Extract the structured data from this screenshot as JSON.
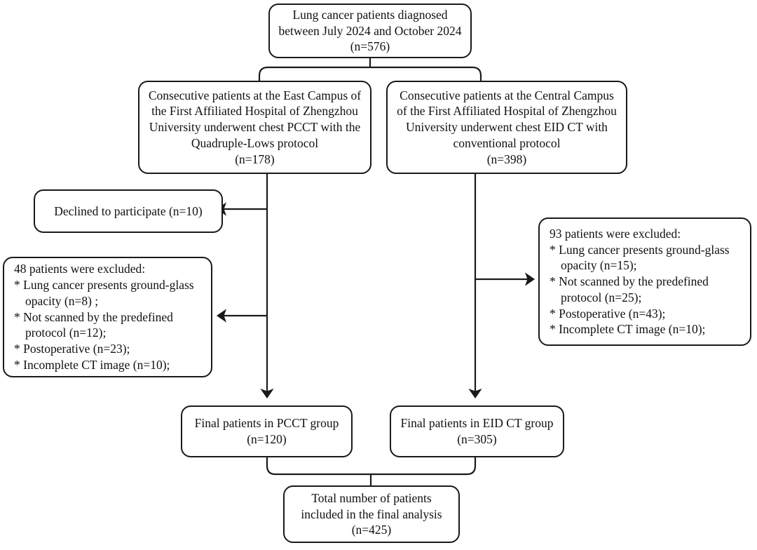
{
  "diagram": {
    "type": "flowchart",
    "title_implied": "Patient enrollment flowchart",
    "style": {
      "stroke": "#1a1a1a",
      "fill": "#ffffff",
      "text": "#111111",
      "corner_radius": 14,
      "stroke_width": 2
    }
  },
  "nodes": {
    "source": {
      "id": "source-cohort",
      "lines": [
        "Lung cancer patients diagnosed",
        "between July 2024 and October 2024",
        "(n=576)"
      ]
    },
    "left_branch": {
      "id": "east-campus-pcct",
      "lines": [
        "Consecutive patients at the East Campus of",
        "the First Affiliated Hospital of Zhengzhou",
        "University underwent chest PCCT with the",
        "Quadruple-Lows protocol",
        "(n=178)"
      ]
    },
    "right_branch": {
      "id": "central-campus-eidct",
      "lines": [
        "Consecutive patients at the Central Campus",
        "of the First Affiliated Hospital of Zhengzhou",
        "University underwent chest EID CT with",
        "conventional protocol",
        "(n=398)"
      ]
    },
    "declined": {
      "id": "declined-to-participate",
      "lines": [
        "Declined to participate (n=10)"
      ]
    },
    "left_exclusions": {
      "id": "left-exclusions",
      "lines": [
        "48 patients were excluded:",
        "* Lung cancer presents ground-glass",
        "opacity (n=8) ;",
        "* Not scanned by the predefined",
        "protocol (n=12);",
        "* Postoperative (n=23);",
        "* Incomplete CT image (n=10);"
      ],
      "indent_flags": [
        false,
        false,
        true,
        false,
        true,
        false,
        false
      ]
    },
    "right_exclusions": {
      "id": "right-exclusions",
      "lines": [
        "93 patients were excluded:",
        "* Lung cancer presents ground-glass",
        "opacity (n=15);",
        "* Not scanned by the predefined",
        "protocol (n=25);",
        "* Postoperative (n=43);",
        "* Incomplete CT image (n=10);"
      ],
      "indent_flags": [
        false,
        false,
        true,
        false,
        true,
        false,
        false
      ]
    },
    "final_left": {
      "id": "final-pcct-group",
      "lines": [
        "Final patients in PCCT group",
        "(n=120)"
      ]
    },
    "final_right": {
      "id": "final-eidct-group",
      "lines": [
        "Final patients in EID CT group",
        "(n=305)"
      ]
    },
    "total": {
      "id": "total-included",
      "lines": [
        "Total number of patients",
        "included in the final analysis",
        "(n=425)"
      ]
    }
  },
  "counts": {
    "diagnosed_total": 576,
    "east_campus_pcct": 178,
    "central_campus_eidct": 398,
    "declined": 10,
    "left_excluded_total": 48,
    "left_excluded_ggo": 8,
    "left_excluded_protocol": 12,
    "left_excluded_postoperative": 23,
    "left_excluded_incomplete": 10,
    "right_excluded_total": 93,
    "right_excluded_ggo": 15,
    "right_excluded_protocol": 25,
    "right_excluded_postoperative": 43,
    "right_excluded_incomplete": 10,
    "final_pcct": 120,
    "final_eidct": 305,
    "final_total": 425
  }
}
